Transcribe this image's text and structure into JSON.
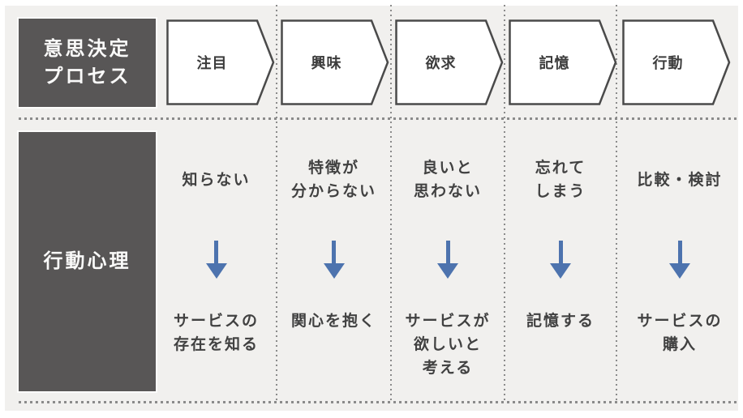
{
  "colors": {
    "background": "#f1f0ee",
    "panel_dark": "#585656",
    "panel_text": "#fafaf9",
    "chevron_border": "#4a4a4a",
    "body_text": "#414141",
    "arrow_blue": "#4d73ae",
    "dotted_line": "#8b8b8b"
  },
  "header_panel": {
    "label": "意思決定\nプロセス"
  },
  "side_panel": {
    "label": "行動心理"
  },
  "stages": [
    {
      "name": "attention",
      "label": "注目",
      "psych_before": "知らない",
      "psych_after": "サービスの\n存在を知る"
    },
    {
      "name": "interest",
      "label": "興味",
      "psych_before": "特徴が\n分からない",
      "psych_after": "関心を抱く"
    },
    {
      "name": "desire",
      "label": "欲求",
      "psych_before": "良いと\n思わない",
      "psych_after": "サービスが\n欲しいと\n考える"
    },
    {
      "name": "memory",
      "label": "記憶",
      "psych_before": "忘れて\nしまう",
      "psych_after": "記憶する"
    },
    {
      "name": "action",
      "label": "行動",
      "psych_before": "比較・検討",
      "psych_after": "サービスの\n購入"
    }
  ],
  "icons": {
    "down_arrow": "down-arrow-icon"
  }
}
